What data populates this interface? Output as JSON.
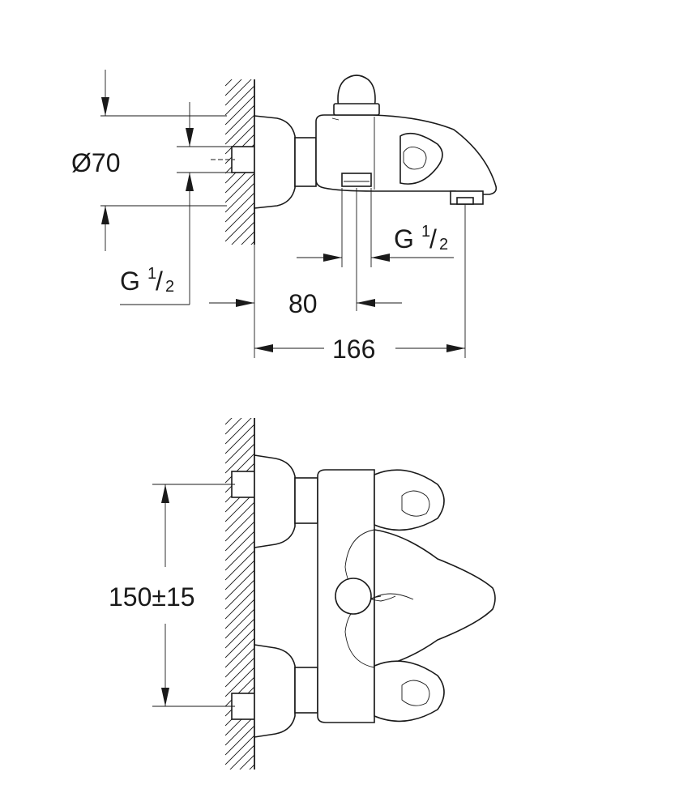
{
  "side_view": {
    "diameter_label": "Ø70",
    "thread_left": {
      "main": "G",
      "num": "1",
      "den": "2"
    },
    "thread_right": {
      "main": "G",
      "num": "1",
      "den": "2"
    },
    "dim_80": "80",
    "dim_166": "166"
  },
  "front_view": {
    "spacing_label": "150±15"
  }
}
